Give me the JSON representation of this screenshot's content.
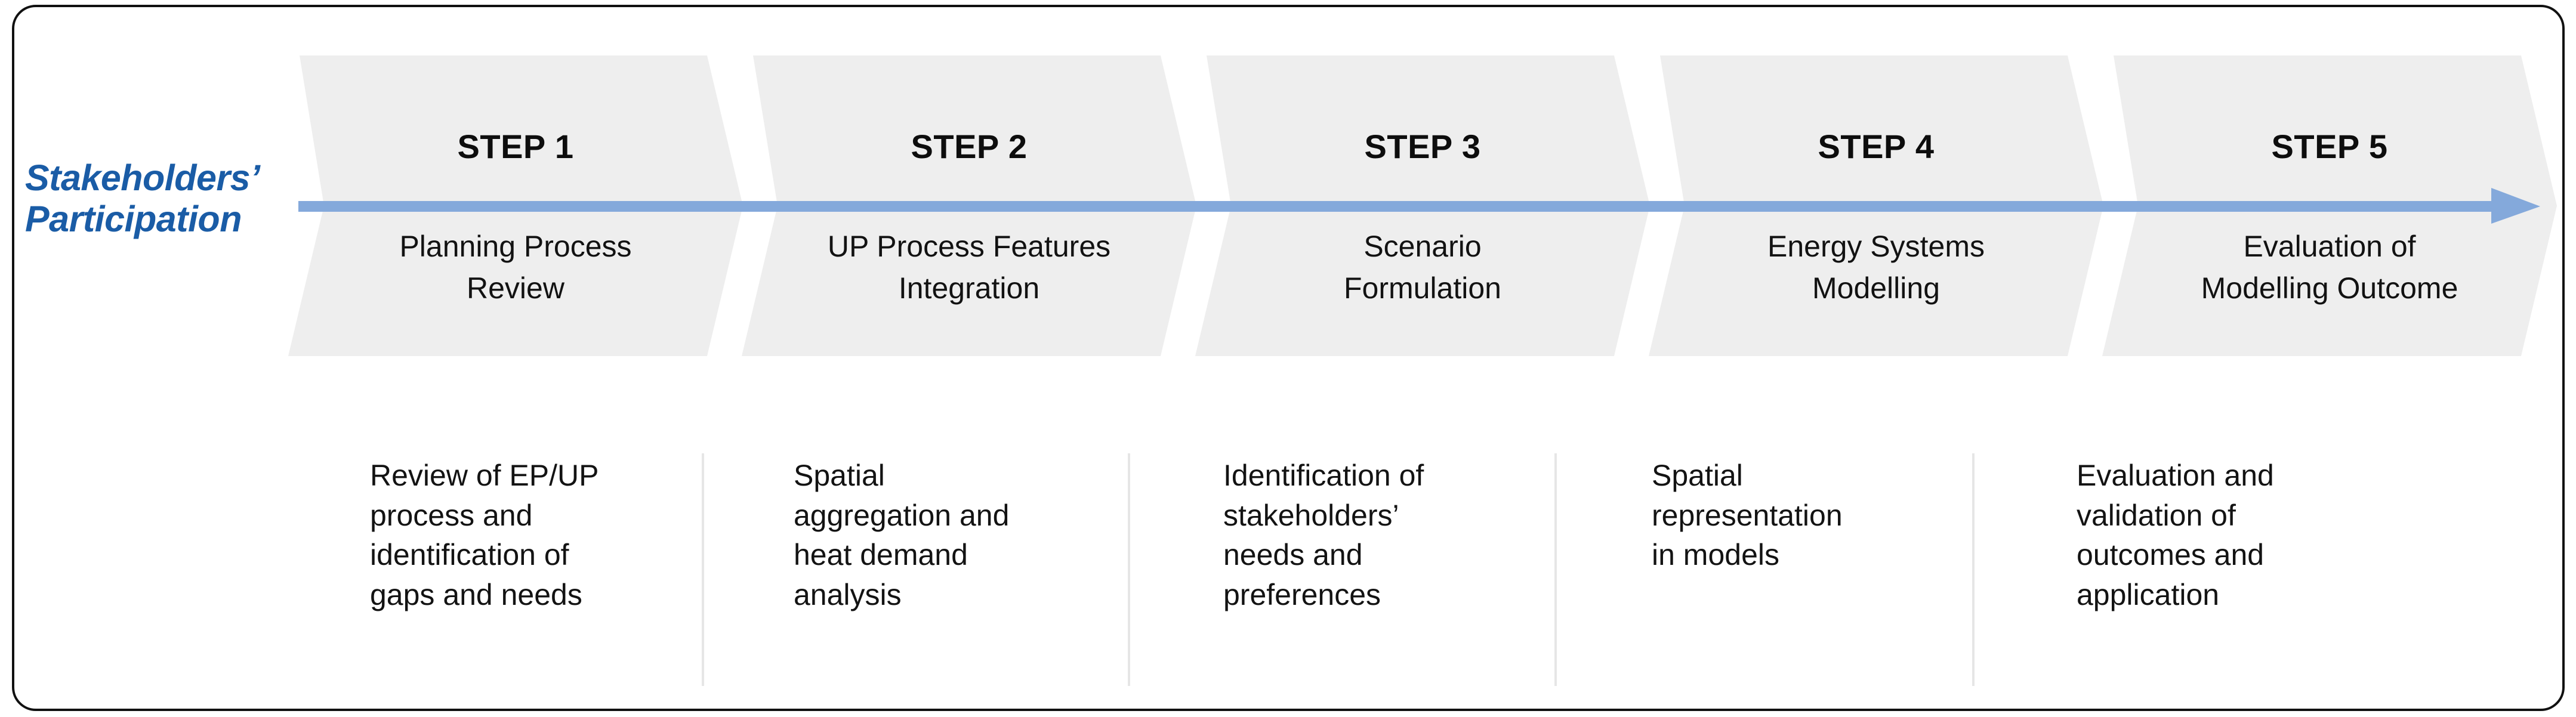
{
  "figure": {
    "frame_color": "#111111",
    "background": "#ffffff"
  },
  "axis_label": {
    "line1": "Stakeholders’",
    "line2": "Participation",
    "color": "#1A5CA6"
  },
  "arrow": {
    "name": "stakeholders-participation-arrow",
    "color": "#84A9DB",
    "direction": "right"
  },
  "colors": {
    "chevron_fill": "#EEEEEE",
    "divider": "#E6E6E6",
    "accent_blue": "#84A9DB",
    "label_blue": "#1A5CA6",
    "text": "#121212"
  },
  "steps": [
    {
      "id": "step-1",
      "title": "STEP 1",
      "subtitle_line1": "Planning Process",
      "subtitle_line2": "Review",
      "description": "Review of EP/UP\nprocess and\nidentification of\ngaps and needs"
    },
    {
      "id": "step-2",
      "title": "STEP 2",
      "subtitle_line1": "UP Process Features",
      "subtitle_line2": "Integration",
      "description": "Spatial\naggregation and\nheat demand\nanalysis"
    },
    {
      "id": "step-3",
      "title": "STEP 3",
      "subtitle_line1": "Scenario",
      "subtitle_line2": "Formulation",
      "description": "Identification of\nstakeholders’\nneeds and\npreferences"
    },
    {
      "id": "step-4",
      "title": "STEP 4",
      "subtitle_line1": "Energy Systems",
      "subtitle_line2": "Modelling",
      "description": "Spatial\nrepresentation\nin models"
    },
    {
      "id": "step-5",
      "title": "STEP 5",
      "subtitle_line1": "Evaluation of",
      "subtitle_line2": "Modelling Outcome",
      "description": "Evaluation and\nvalidation of\noutcomes and\napplication"
    }
  ]
}
